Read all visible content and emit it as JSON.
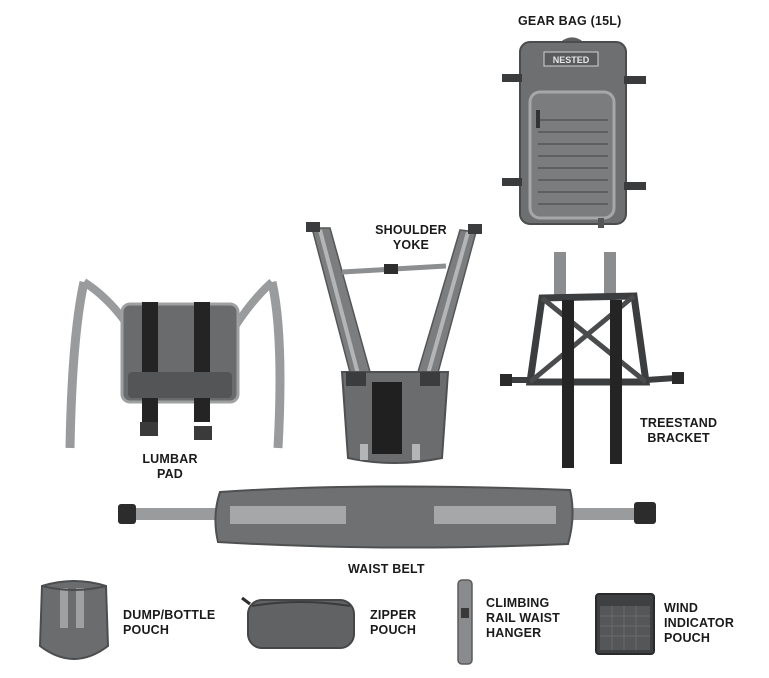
{
  "items": [
    {
      "id": "gear_bag",
      "label_lines": [
        "GEAR BAG (15L)"
      ],
      "logo_text": "NESTED"
    },
    {
      "id": "shoulder_yoke",
      "label_lines": [
        "SHOULDER",
        "YOKE"
      ]
    },
    {
      "id": "lumbar_pad",
      "label_lines": [
        "LUMBAR",
        "PAD"
      ]
    },
    {
      "id": "treestand_bracket",
      "label_lines": [
        "TREESTAND",
        "BRACKET"
      ]
    },
    {
      "id": "waist_belt",
      "label_lines": [
        "WAIST BELT"
      ]
    },
    {
      "id": "dump_bottle_pouch",
      "label_lines": [
        "DUMP/BOTTLE",
        "POUCH"
      ]
    },
    {
      "id": "zipper_pouch",
      "label_lines": [
        "ZIPPER",
        "POUCH"
      ]
    },
    {
      "id": "climbing_rail_waist_hanger",
      "label_lines": [
        "CLIMBING",
        "RAIL WAIST",
        "HANGER"
      ]
    },
    {
      "id": "wind_indicator_pouch",
      "label_lines": [
        "WIND",
        "INDICATOR",
        "POUCH"
      ]
    }
  ],
  "colors": {
    "fabric_dark": "#5f6061",
    "fabric_mid": "#8a8b8c",
    "strap_light": "#a9aaab",
    "webbing_black": "#262626"
  }
}
